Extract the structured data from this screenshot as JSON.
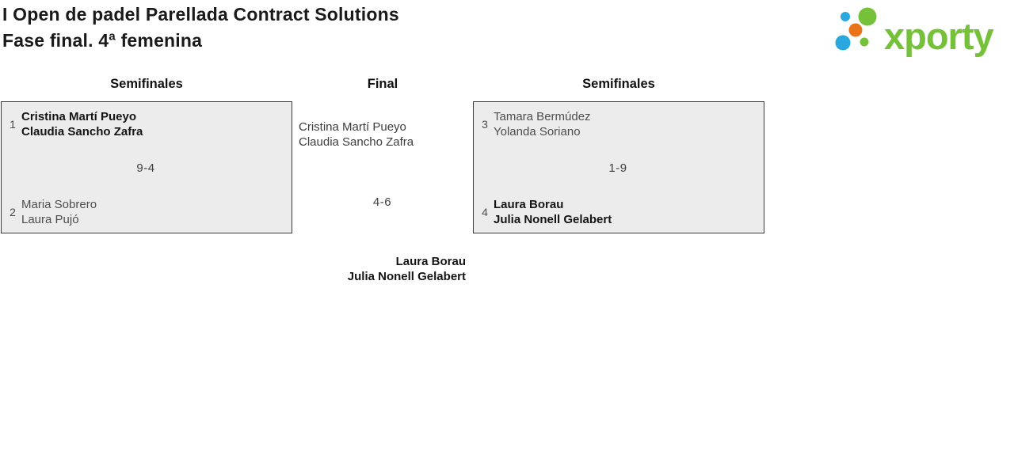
{
  "page": {
    "title": "I Open de padel Parellada Contract Solutions",
    "subtitle": "Fase final. 4ª femenina"
  },
  "logo": {
    "brand": "xporty",
    "colors": {
      "green": "#76c13a",
      "blue": "#29a8e0",
      "orange": "#e8731a"
    }
  },
  "rounds": {
    "left": "Semifinales",
    "center": "Final",
    "right": "Semifinales"
  },
  "matches": {
    "semifinal_left": {
      "team1": {
        "seed": "1",
        "player1": "Cristina Martí Pueyo",
        "player2": "Claudia Sancho Zafra"
      },
      "score": "9-4",
      "team2": {
        "seed": "2",
        "player1": "Maria Sobrero",
        "player2": "Laura Pujó"
      }
    },
    "final": {
      "team1": {
        "player1": "Cristina Martí Pueyo",
        "player2": "Claudia Sancho Zafra"
      },
      "score": "4-6",
      "winner": {
        "player1": "Laura Borau",
        "player2": "Julia Nonell Gelabert"
      }
    },
    "semifinal_right": {
      "team1": {
        "seed": "3",
        "player1": "Tamara Bermúdez",
        "player2": "Yolanda Soriano"
      },
      "score": "1-9",
      "team2": {
        "seed": "4",
        "player1": "Laura Borau",
        "player2": "Julia Nonell Gelabert"
      }
    }
  }
}
